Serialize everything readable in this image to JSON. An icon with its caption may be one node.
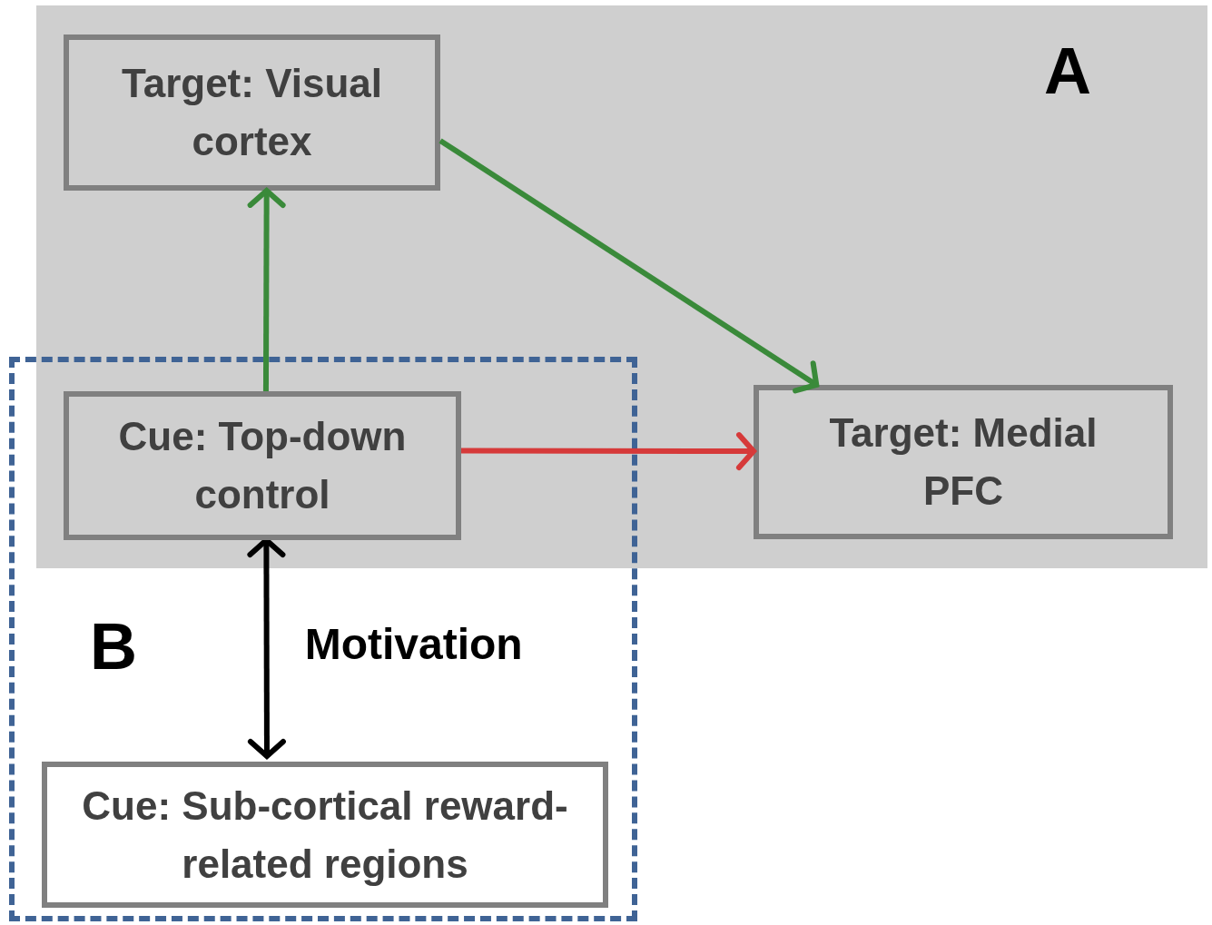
{
  "diagram": {
    "nodes": [
      {
        "text": [
          "A"
        ]
      },
      {
        "text": [
          "Target: Visual cortex"
        ],
        "in": 0
      },
      {
        "text": [
          "B"
        ]
      },
      {
        "text": [
          "Cue: Top-down control"
        ]
      },
      {
        "text": [
          "Target: Medial PFC"
        ],
        "in": 0
      },
      {
        "text": [
          "Cue: Sub-cortical reward-related regions"
        ],
        "in": 2
      }
    ],
    "edges": [
      {
        "from": 3,
        "to": 1,
        "arrow": "to"
      },
      {
        "from": 1,
        "to": 4,
        "arrow": "to"
      },
      {
        "from": 3,
        "to": 4,
        "arrow": "to",
        "color": "#d63a3a"
      },
      {
        "from": 3,
        "to": 5,
        "arrow": "both",
        "label": "Motivation",
        "color": "#000000"
      }
    ]
  }
}
